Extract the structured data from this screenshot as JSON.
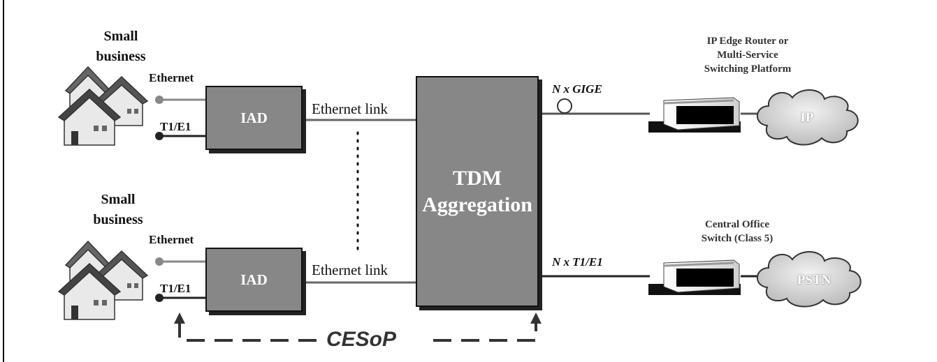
{
  "sites": [
    {
      "title_line1": "Small",
      "title_line2": "business",
      "ethernet_label": "Ethernet",
      "tdm_label": "T1/E1"
    },
    {
      "title_line1": "Small",
      "title_line2": "business",
      "ethernet_label": "Ethernet",
      "tdm_label": "T1/E1"
    }
  ],
  "iad": {
    "top_label": "IAD",
    "bottom_label": "IAD"
  },
  "links": {
    "top": "Ethernet link",
    "bottom": "Ethernet link"
  },
  "aggregator": {
    "line1": "TDM",
    "line2": "Aggregation"
  },
  "uplinks": {
    "gige": "N x GIGE",
    "t1e1": "N x T1/E1"
  },
  "router": {
    "line1": "IP Edge Router or",
    "line2": "Multi-Service",
    "line3": "Switching Platform"
  },
  "co_switch": {
    "line1": "Central Office",
    "line2": "Switch (Class 5)"
  },
  "clouds": {
    "ip": "IP",
    "pstn": "PSTN"
  },
  "cesop": "CESoP",
  "colors": {
    "box_fill": "#878787",
    "line": "#555555",
    "cloud_fill": "#d4d4d4"
  },
  "icons": [
    "houses-icon",
    "router-icon",
    "switch-icon",
    "cloud-icon",
    "arrow-up-icon"
  ]
}
